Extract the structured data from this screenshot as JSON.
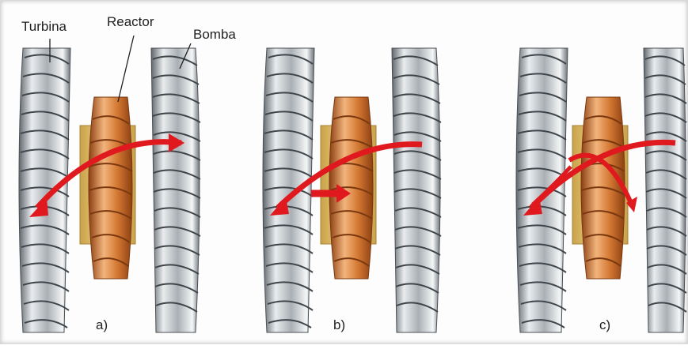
{
  "labels": {
    "turbina": "Turbina",
    "reactor": "Reactor",
    "bomba": "Bomba"
  },
  "panels": [
    {
      "caption": "a)"
    },
    {
      "caption": "b)"
    },
    {
      "caption": "c)"
    }
  ],
  "colors": {
    "steel_light": "#e9ecee",
    "steel_mid": "#a9afb4",
    "steel_dark": "#5f666c",
    "copper_light": "#f2b47c",
    "copper_mid": "#d57a34",
    "copper_dark": "#8c3f12",
    "plate": "#e7c46a",
    "flow_arrow": "#e0191e"
  }
}
